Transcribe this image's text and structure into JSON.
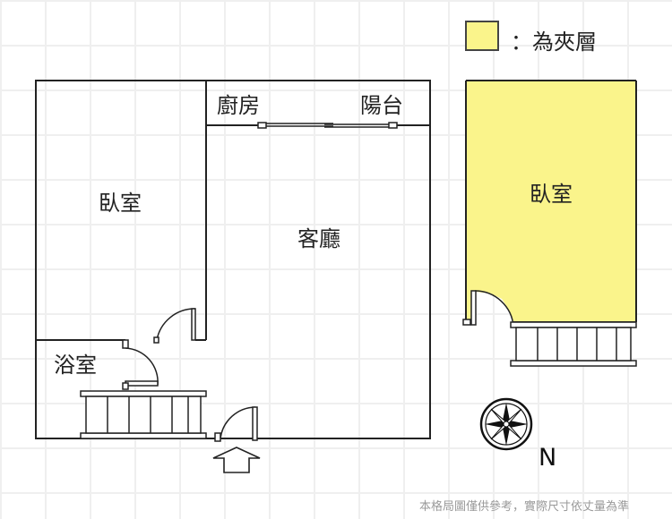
{
  "legend": {
    "color": "#faf48b",
    "text": "：為夾層"
  },
  "rooms": {
    "kitchen": "廚房",
    "balcony": "陽台",
    "bedroom_main": "臥室",
    "living_room": "客廳",
    "bathroom": "浴室",
    "bedroom_mezzanine": "臥室"
  },
  "compass": {
    "north_label": "N"
  },
  "disclaimer": "本格局圖僅供參考，實際尺寸依丈量為準",
  "colors": {
    "wall": "#222222",
    "mezzanine_fill": "#faf48b",
    "background": "#ffffff",
    "grid": "#efefef"
  }
}
